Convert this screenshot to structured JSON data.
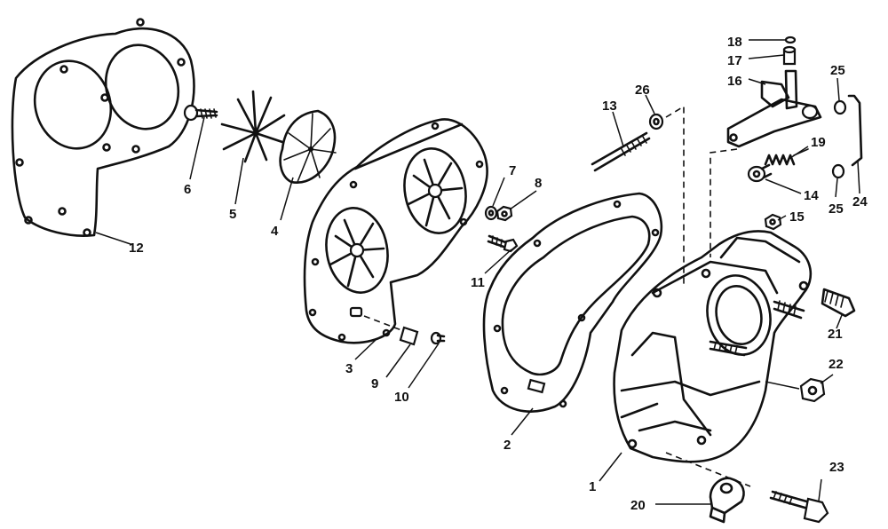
{
  "callouts": {
    "c1": "1",
    "c2": "2",
    "c3": "3",
    "c4": "4",
    "c5": "5",
    "c6": "6",
    "c7": "7",
    "c8": "8",
    "c9": "9",
    "c10": "10",
    "c11": "11",
    "c12": "12",
    "c13": "13",
    "c14": "14",
    "c15": "15",
    "c16": "16",
    "c17": "17",
    "c18": "18",
    "c19": "19",
    "c20": "20",
    "c21": "21",
    "c22": "22",
    "c23": "23",
    "c24": "24",
    "c25a": "25",
    "c25b": "25",
    "c26": "26"
  }
}
